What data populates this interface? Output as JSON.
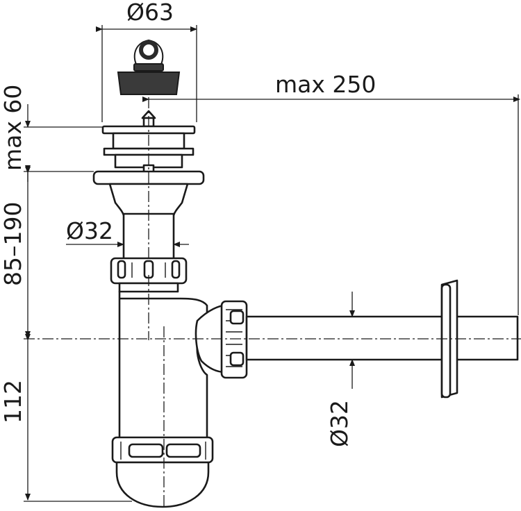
{
  "drawing": {
    "dimensions": {
      "top_diameter": "Ø63",
      "max_reach": "max 250",
      "max_height_top": "max 60",
      "height_range": "85–190",
      "inlet_diameter": "Ø32",
      "trap_height": "112",
      "outlet_diameter": "Ø32"
    }
  }
}
